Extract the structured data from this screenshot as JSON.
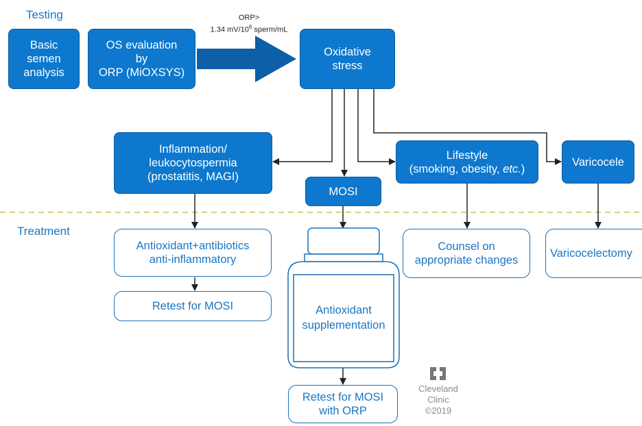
{
  "sections": {
    "testing": "Testing",
    "treatment": "Treatment"
  },
  "orp_label": {
    "line1": "ORP>",
    "line2_pre": "1.34 mV/10",
    "line2_sup": "6",
    "line2_post": " sperm/mL"
  },
  "boxes": {
    "basic": [
      "Basic",
      "semen",
      "analysis"
    ],
    "os_eval": [
      "OS evaluation",
      "by",
      "ORP (MiOXSYS)"
    ],
    "oxidative": [
      "Oxidative",
      "stress"
    ],
    "inflammation": [
      "Inflammation/",
      "leukocytospermia",
      "(prostatitis, MAGI)"
    ],
    "mosi": "MOSI",
    "lifestyle_l1": "Lifestyle",
    "lifestyle_l2_pre": "(smoking, obesity, ",
    "lifestyle_l2_em": "etc.",
    "lifestyle_l2_post": ")",
    "varicocele": "Varicocele",
    "antiox_antibiotics": [
      "Antioxidant+antibiotics",
      "anti-inflammatory"
    ],
    "retest_mosi": "Retest for MOSI",
    "antiox_supp": [
      "Antioxidant",
      "supplementation"
    ],
    "retest_orp": [
      "Retest for MOSI",
      "with ORP"
    ],
    "counsel": [
      "Counsel on",
      "appropriate changes"
    ],
    "varicocelectomy": "Varicocelectomy"
  },
  "logo": {
    "line1": "Cleveland",
    "line2": "Clinic",
    "line3": "©2019"
  },
  "colors": {
    "primary": "#0d78cd",
    "text_blue": "#1b76c2",
    "arrow": "#222222",
    "divider": "#d8cc86"
  }
}
